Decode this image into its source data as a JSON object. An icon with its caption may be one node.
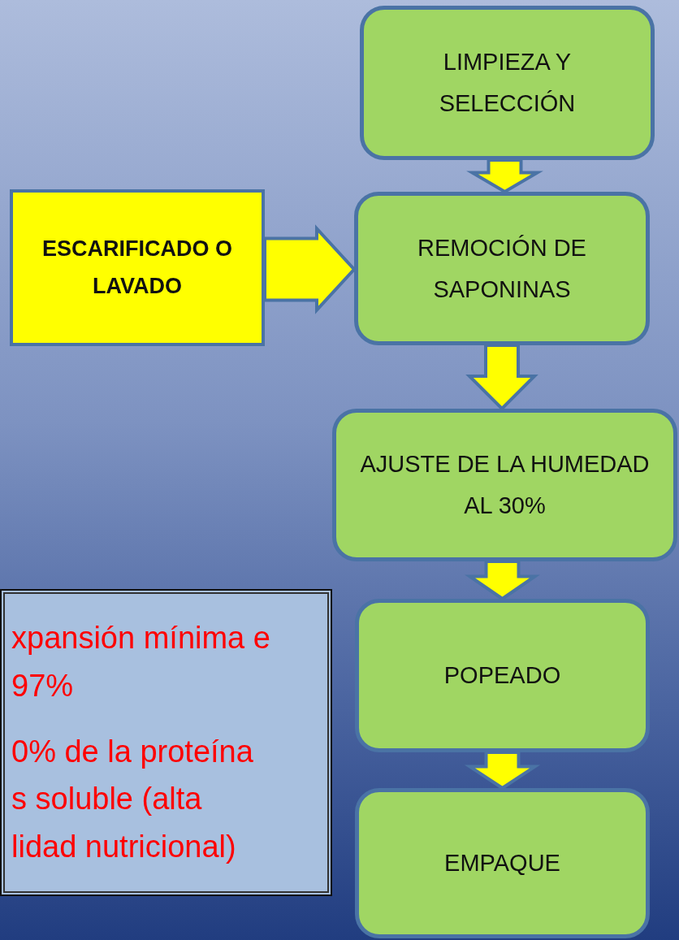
{
  "diagram": {
    "nodes": [
      {
        "text": [
          "LIMPIEZA Y SELECCIÓN"
        ]
      },
      {
        "text": [
          "ESCARIFICADO O LAVADO"
        ]
      },
      {
        "text": [
          "REMOCIÓN DE SAPONINAS"
        ]
      },
      {
        "text": [
          "AJUSTE DE LA HUMEDAD AL 30%"
        ]
      },
      {
        "text": [
          "xpansión mínima e 97%",
          "0% de la proteína s soluble (alta lidad nutricional)"
        ]
      },
      {
        "text": [
          "POPEADO"
        ]
      },
      {
        "text": [
          "EMPAQUE"
        ]
      }
    ],
    "edges": [
      {
        "from": 0,
        "to": 2,
        "arrow": "to"
      },
      {
        "from": 1,
        "to": 2,
        "arrow": "to"
      },
      {
        "from": 2,
        "to": 3,
        "arrow": "to"
      },
      {
        "from": 3,
        "to": 5,
        "arrow": "to"
      },
      {
        "from": 5,
        "to": 6,
        "arrow": "to"
      }
    ]
  }
}
